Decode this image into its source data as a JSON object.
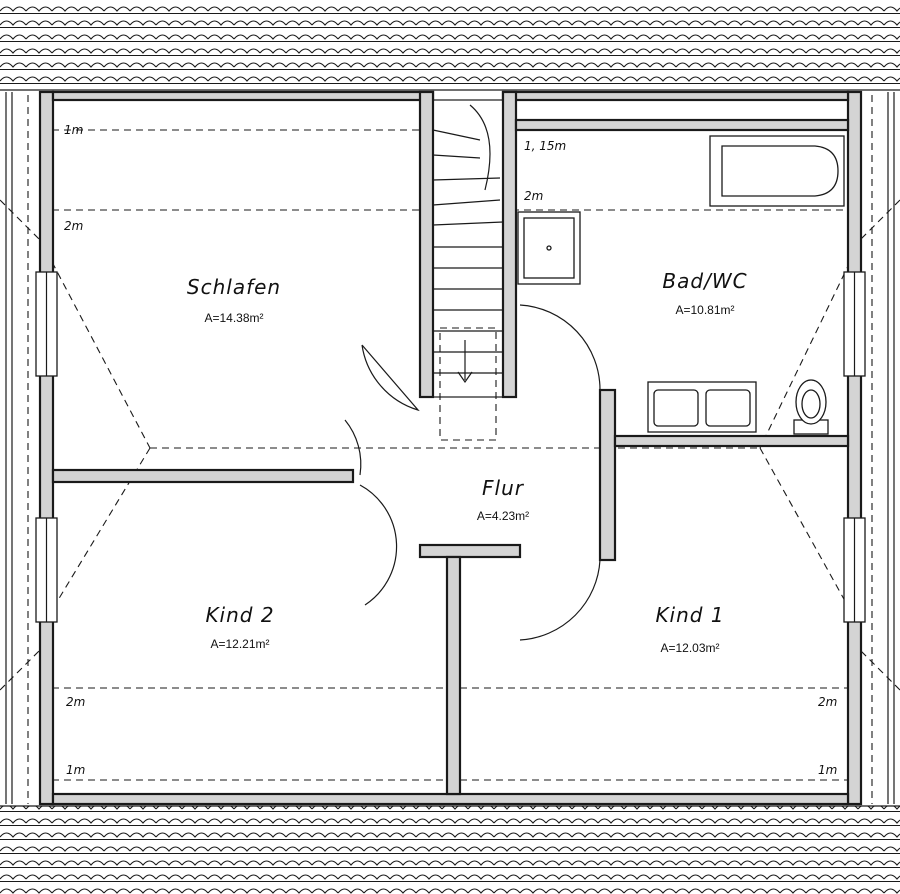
{
  "rooms": {
    "schlafen": {
      "name": "Schlafen",
      "area": "A=14.38m²"
    },
    "bad": {
      "name": "Bad/WC",
      "area": "A=10.81m²"
    },
    "flur": {
      "name": "Flur",
      "area": "A=4.23m²"
    },
    "kind2": {
      "name": "Kind 2",
      "area": "A=12.21m²"
    },
    "kind1": {
      "name": "Kind 1",
      "area": "A=12.03m²"
    }
  },
  "height_marks": {
    "top_left_1m": "1m",
    "top_left_2m": "2m",
    "bath_115m": "1, 15m",
    "bath_2m": "2m",
    "bottom_left_2m": "2m",
    "bottom_left_1m": "1m",
    "bottom_right_2m": "2m",
    "bottom_right_1m": "1m"
  }
}
